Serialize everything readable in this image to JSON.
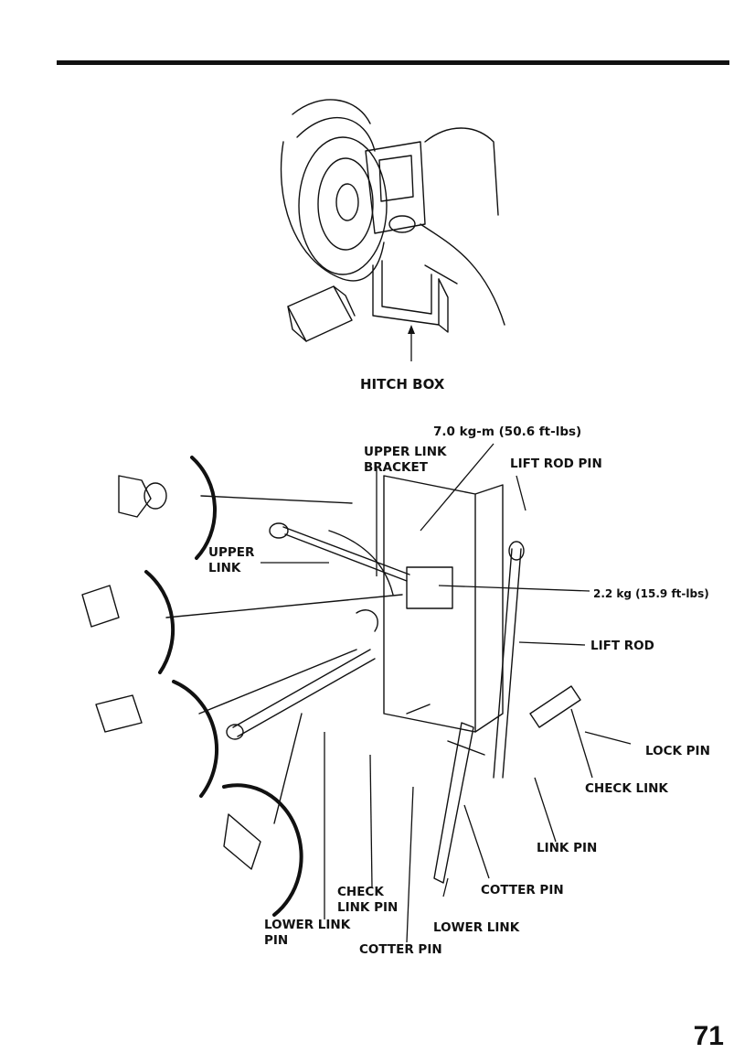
{
  "page": {
    "number": "71"
  },
  "top_figure": {
    "labels": {
      "hitch_box": "HITCH BOX"
    }
  },
  "bottom_figure": {
    "labels": {
      "torque_upper": "7.0 kg-m (50.6 ft-lbs)",
      "upper_link_bracket_1": "UPPER LINK",
      "upper_link_bracket_2": "BRACKET",
      "lift_rod_pin": "LIFT ROD PIN",
      "upper_link_1": "UPPER",
      "upper_link_2": "LINK",
      "torque_lower": "2.2 kg (15.9 ft-lbs)",
      "lift_rod": "LIFT ROD",
      "lock_pin": "LOCK PIN",
      "check_link": "CHECK LINK",
      "link_pin": "LINK PIN",
      "cotter_pin_right": "COTTER PIN",
      "check_link_pin_1": "CHECK",
      "check_link_pin_2": "LINK PIN",
      "lower_link_pin_1": "LOWER LINK",
      "lower_link_pin_2": "PIN",
      "lower_link": "LOWER LINK",
      "cotter_pin_bottom": "COTTER PIN"
    }
  }
}
